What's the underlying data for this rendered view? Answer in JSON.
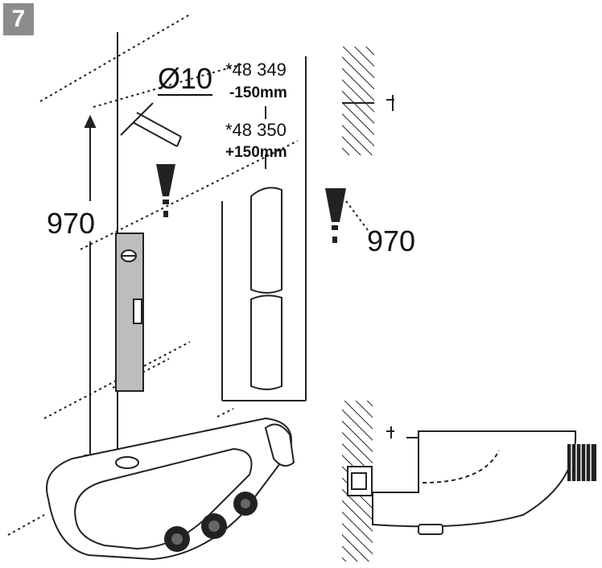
{
  "step": {
    "number": "7"
  },
  "labels": {
    "drill_diameter": "Ø10",
    "part_a_number": "*48 349",
    "part_a_size": "-150mm",
    "part_b_number": "*48 350",
    "part_b_size": "+150mm",
    "height_left": "970",
    "height_right": "970"
  }
}
